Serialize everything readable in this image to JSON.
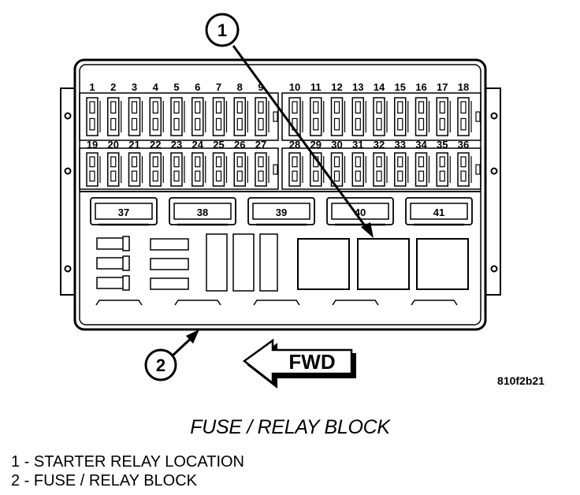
{
  "callouts": {
    "c1": "1",
    "c2": "2"
  },
  "fuses_top": [
    "1",
    "2",
    "3",
    "4",
    "5",
    "6",
    "7",
    "8",
    "9",
    "10",
    "11",
    "12",
    "13",
    "14",
    "15",
    "16",
    "17",
    "18"
  ],
  "fuses_bottom": [
    "19",
    "20",
    "21",
    "22",
    "23",
    "24",
    "25",
    "26",
    "27",
    "28",
    "29",
    "30",
    "31",
    "32",
    "33",
    "34",
    "35",
    "36"
  ],
  "relays": [
    "37",
    "38",
    "39",
    "40",
    "41"
  ],
  "fwd_label": "FWD",
  "figure_code": "810f2b21",
  "title": "FUSE / RELAY BLOCK",
  "legend": [
    "1 - STARTER RELAY LOCATION",
    "2 - FUSE / RELAY BLOCK"
  ],
  "colors": {
    "ink": "#000000",
    "paper": "#ffffff"
  }
}
